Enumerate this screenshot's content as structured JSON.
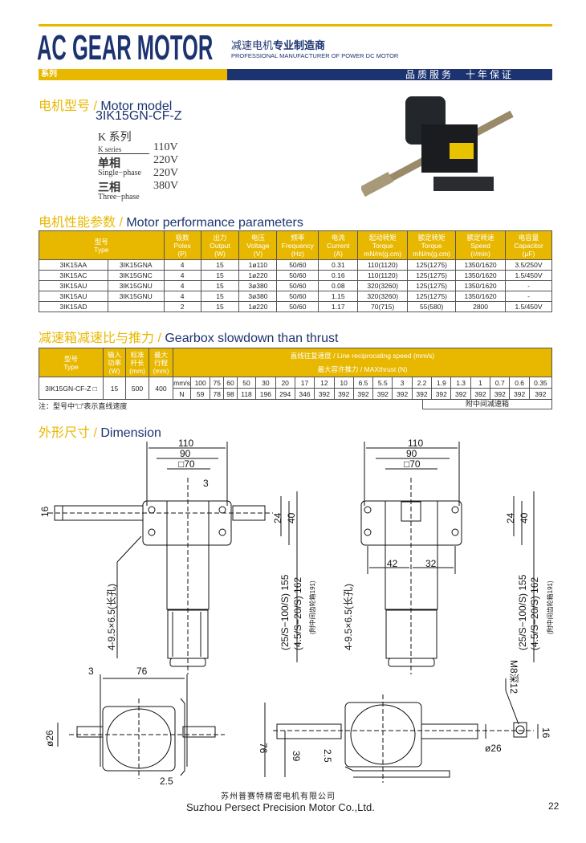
{
  "header": {
    "brand": "AC GEAR MOTOR",
    "cn_tag_a": "减速电机",
    "cn_tag_b": "专业制造商",
    "en_tag": "PROFESSIONAL MANUFACTURER OF POWER DC MOTOR",
    "series": "系列",
    "slogan": "品质服务　十年保证"
  },
  "model": {
    "title_cn": "电机型号 / ",
    "title_en": "Motor model",
    "name": "3IK15GN-CF-Z",
    "k_cn": "K 系列",
    "k_en": "K series",
    "single_cn": "单相",
    "single_en": "Single−phase",
    "three_cn": "三相",
    "three_en": "Three−phase",
    "voltages": [
      "110V",
      "220V",
      "220V",
      "380V"
    ]
  },
  "perf": {
    "title_cn": "电机性能参数 / ",
    "title_en": "Motor performance parameters",
    "headers": [
      [
        "型号",
        "Type",
        ""
      ],
      [
        "极数",
        "Poles",
        "(P)"
      ],
      [
        "出力",
        "Output",
        "(W)"
      ],
      [
        "电压",
        "Voltage",
        "(V)"
      ],
      [
        "频率",
        "Frequency",
        "(Hz)"
      ],
      [
        "电流",
        "Current",
        "(A)"
      ],
      [
        "起动转矩",
        "Torque",
        "mN/m(g.cm)"
      ],
      [
        "额定转矩",
        "Torque",
        "mN/m(g.cm)"
      ],
      [
        "额定转速",
        "Speed",
        "(r/min)"
      ],
      [
        "电容量",
        "Capacitor",
        "(μF)"
      ]
    ],
    "rows": [
      [
        "3IK15AA",
        "3IK15GNA",
        "4",
        "15",
        "1ø110",
        "50/60",
        "0.31",
        "110(1120)",
        "125(1275)",
        "1350/1620",
        "3.5/250V"
      ],
      [
        "3IK15AC",
        "3IK15GNC",
        "4",
        "15",
        "1ø220",
        "50/60",
        "0.16",
        "110(1120)",
        "125(1275)",
        "1350/1620",
        "1.5/450V"
      ],
      [
        "3IK15AU",
        "3IK15GNU",
        "4",
        "15",
        "3ø380",
        "50/60",
        "0.08",
        "320(3260)",
        "125(1275)",
        "1350/1620",
        "-"
      ],
      [
        "3IK15AU",
        "3IK15GNU",
        "4",
        "15",
        "3ø380",
        "50/60",
        "1.15",
        "320(3260)",
        "125(1275)",
        "1350/1620",
        "-"
      ],
      [
        "3IK15AD",
        "",
        "2",
        "15",
        "1ø220",
        "50/60",
        "1.17",
        "70(715)",
        "55(580)",
        "2800",
        "1.5/450V"
      ]
    ]
  },
  "gear": {
    "title_cn": "减速箱减速比与推力 / ",
    "title_en": "Gearbox slowdown than thrust",
    "h_type": [
      "型号",
      "Type"
    ],
    "h_power": [
      "输入",
      "功率",
      "(W)"
    ],
    "h_rod": [
      "标准",
      "杆长",
      "(mm)"
    ],
    "h_stroke": [
      "最大",
      "行程",
      "(mm)"
    ],
    "h_speed": "直线往复速度 / Line reciprocating speed (mm/s)",
    "h_thrust": "最大容许推力 / MAXthrust (N)",
    "type": "3IK15GN-CF-Z □",
    "power": "15",
    "rod": "500",
    "stroke": "400",
    "unit_speed": "mm/s",
    "unit_thrust": "N",
    "speeds": [
      "100",
      "75",
      "60",
      "50",
      "30",
      "20",
      "17",
      "12",
      "10",
      "6.5",
      "5.5",
      "3",
      "2.2",
      "1.9",
      "1.3",
      "1",
      "0.7",
      "0.6",
      "0.35"
    ],
    "thrusts": [
      "59",
      "78",
      "98",
      "118",
      "196",
      "294",
      "346",
      "392",
      "392",
      "392",
      "392",
      "392",
      "392",
      "392",
      "392",
      "392",
      "392",
      "392",
      "392"
    ],
    "note": "注：型号中“□”表示直线速度",
    "sub_note": "附中间减速箱"
  },
  "dim": {
    "title_cn": "外形尺寸 / ",
    "title_en": "Dimension",
    "d110": "110",
    "d90": "90",
    "d70": "□70",
    "d3": "3",
    "d16": "16",
    "d24": "24",
    "d40": "40",
    "d42": "42",
    "d32": "32",
    "holes": "4-9.5×6.5(长孔)",
    "l155": "(25/S−100/S) 155",
    "l162": "(4.5/S−20/S) 162",
    "l191": "(附中间齿轮箱191)",
    "d76": "76",
    "d26": "ø26",
    "d25": "2.5",
    "d39": "39",
    "m8": "M8深12"
  },
  "footer": {
    "cn": "苏州普赛特精密电机有限公司",
    "en": "Suzhou Persect Precision Motor Co.,Ltd.",
    "page": "22"
  }
}
